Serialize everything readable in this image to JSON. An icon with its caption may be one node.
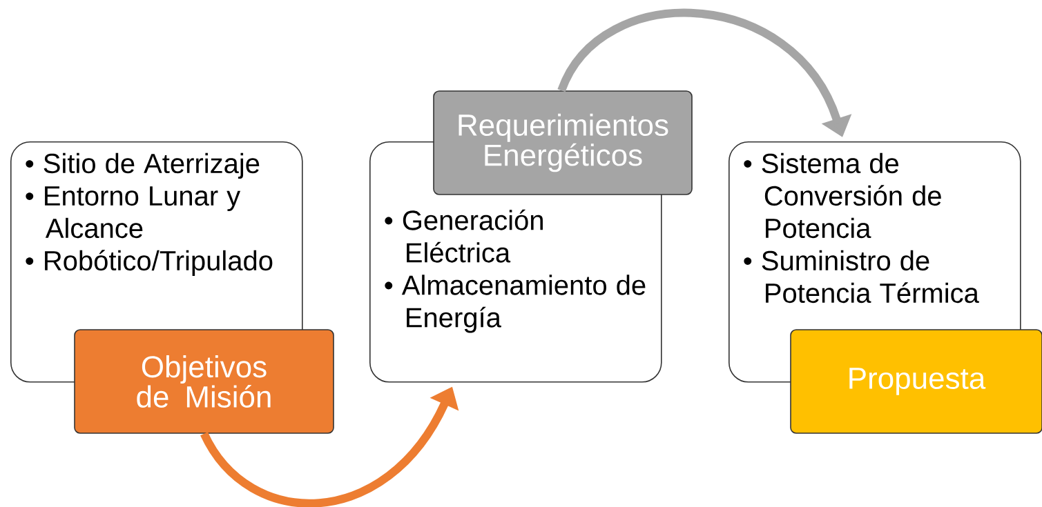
{
  "diagram": {
    "nodes": [
      {
        "text": [
          "• Sitio de Aterrizaje",
          "• Entorno Lunar y Alcance",
          "• Robótico/Tripulado"
        ]
      },
      {
        "text": [
          "Objetivos de Misión"
        ]
      },
      {
        "text": [
          "• Generación Eléctrica",
          "• Almacenamiento de Energía"
        ]
      },
      {
        "text": [
          "Requerimientos Energéticos"
        ]
      },
      {
        "text": [
          "• Sistema de Conversión de Potencia",
          "• Suministro de Potencia Térmica"
        ]
      },
      {
        "text": [
          "Propuesta"
        ]
      }
    ],
    "edges": [
      {
        "from": 1,
        "to": 2,
        "arrow": "to",
        "color": "#ed7d31"
      },
      {
        "from": 3,
        "to": 4,
        "arrow": "to",
        "color": "#a5a5a5"
      }
    ]
  }
}
